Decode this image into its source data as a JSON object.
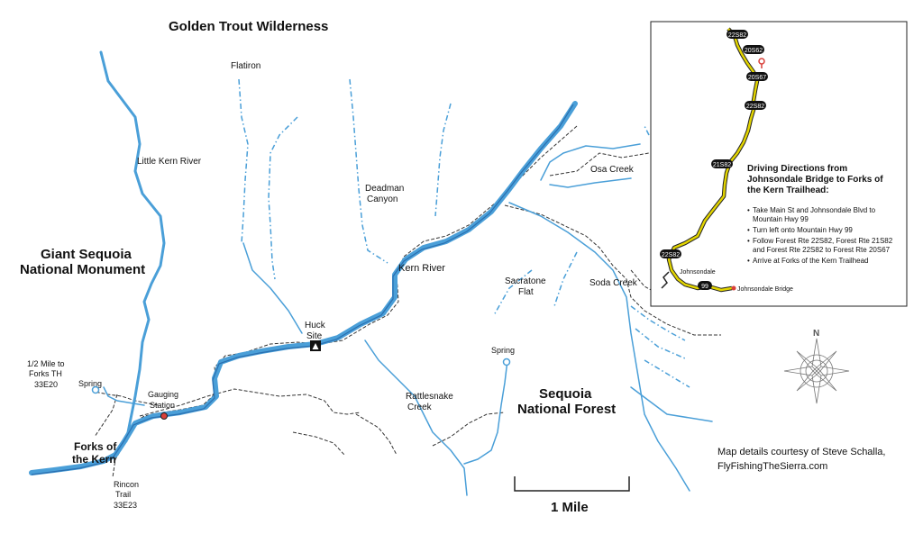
{
  "map": {
    "labels": {
      "golden_trout": "Golden Trout Wilderness",
      "flatiron": "Flatiron",
      "little_kern": "Little Kern River",
      "deadman": [
        "Deadman",
        "Canyon"
      ],
      "osa_creek": "Osa Creek",
      "giant_sequoia": [
        "Giant Sequoia",
        "National Monument"
      ],
      "kern_river": "Kern River",
      "sacratone": [
        "Sacratone",
        "Flat"
      ],
      "soda_creek": "Soda Creek",
      "huck_site": [
        "Huck",
        "Site"
      ],
      "half_mile": [
        "1/2 Mile to",
        "Forks TH",
        "33E20"
      ],
      "spring_left": "Spring",
      "gauging": [
        "Gauging",
        "Station"
      ],
      "spring_mid": "Spring",
      "rattlesnake": [
        "Rattlesnake",
        "Creek"
      ],
      "sequoia_nf": [
        "Sequoia",
        "National Forest"
      ],
      "forks_kern": [
        "Forks of",
        "the Kern"
      ],
      "rincon": [
        "Rincon",
        "Trail",
        "33E23"
      ]
    },
    "scale_label": "1 Mile",
    "credit": [
      "Map details courtesy of Steve Schalla,",
      "FlyFishingTheSierra.com"
    ],
    "compass_north": "N"
  },
  "inset": {
    "route_badges": [
      "22S82",
      "20S62",
      "20S67",
      "22S82",
      "21S82",
      "22S82",
      "99"
    ],
    "title": [
      "Driving Directions from",
      "Johnsondale Bridge to Forks of",
      "the Kern Trailhead:"
    ],
    "directions": [
      [
        "Take Main St and Johnsondale Blvd to",
        "Mountain Hwy 99"
      ],
      [
        "Turn left onto Mountain Hwy 99"
      ],
      [
        "Follow Forest Rte 22S82, Forest Rte 21S82",
        "and Forest Rte 22S82 to Forest Rte 20S67"
      ],
      [
        "Arrive at Forks of the Kern Trailhead"
      ]
    ],
    "johnsondale": "Johnsondale",
    "johnsondale_bridge": "Johnsondale Bridge"
  },
  "colors": {
    "river": "#4a9fd8",
    "river_dark": "#2a6fb0",
    "road": "#e2d400",
    "marker": "#d9403a"
  }
}
